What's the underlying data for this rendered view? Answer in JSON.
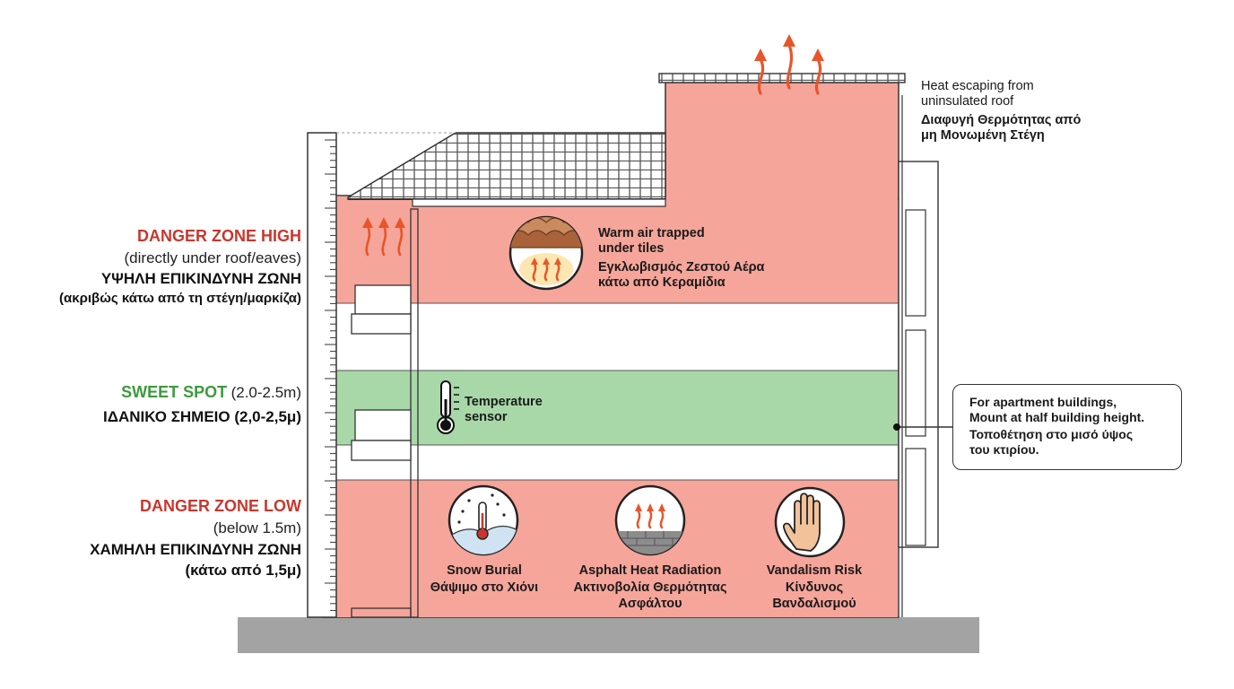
{
  "zones": {
    "high": {
      "title": "DANGER ZONE HIGH",
      "subtitle": "(directly under roof/eaves)",
      "title_gr": "ΥΨΗΛΗ ΕΠΙΚΙΝΔΥΝΗ ΖΩΝΗ",
      "subtitle_gr": "(ακριβώς κάτω από τη στέγη/μαρκίζα)"
    },
    "sweet": {
      "title": "SWEET SPOT",
      "range": "(2.0-2.5m)",
      "title_gr": "ΙΔΑΝΙΚΟ ΣΗΜΕΙΟ (2,0-2,5μ)"
    },
    "low": {
      "title": "DANGER ZONE LOW",
      "subtitle": "(below 1.5m)",
      "title_gr": "ΧΑΜΗΛΗ ΕΠΙΚΙΝΔΥΝΗ ΖΩΝΗ",
      "subtitle_gr": "(κάτω από 1,5μ)"
    }
  },
  "roof_heat": {
    "line1": "Heat escaping from",
    "line2": "uninsulated roof",
    "gr1": "Διαφυγή Θερμότητας από",
    "gr2": "μη Μονωμένη Στέγη"
  },
  "warm_air": {
    "line1": "Warm air trapped",
    "line2": "under tiles",
    "gr1": "Εγκλωβισμός Ζεστού Αέρα",
    "gr2": "κάτω από Κεραμίδια"
  },
  "sensor": {
    "line1": "Temperature",
    "line2": "sensor"
  },
  "apartment_note": {
    "line1": "For apartment buildings,",
    "line2": "Mount at half building height.",
    "gr1": "Τοποθέτηση στο μισό ύψος",
    "gr2": "του κτιρίου."
  },
  "hazards": [
    {
      "label": "Snow Burial",
      "label_gr1": "Θάψιμο στο Χιόνι",
      "label_gr2": ""
    },
    {
      "label": "Asphalt Heat Radiation",
      "label_gr1": "Ακτινοβολία Θερμότητας",
      "label_gr2": "Ασφάλτου"
    },
    {
      "label": "Vandalism Risk",
      "label_gr1": "Κίνδυνος",
      "label_gr2": "Βανδαλισμού"
    }
  ],
  "colors": {
    "danger_band": "#f6a59a",
    "sweet_band": "#a8d8a8",
    "danger_text": "#c8372d",
    "sweet_text": "#3d9a3d",
    "ground": "#a3a3a3",
    "heat_arrow": "#e8552a"
  },
  "icons": [
    "thermometer-icon",
    "roof-tiles-icon",
    "snow-icon",
    "asphalt-heat-icon",
    "hand-icon",
    "heat-arrows-icon"
  ]
}
